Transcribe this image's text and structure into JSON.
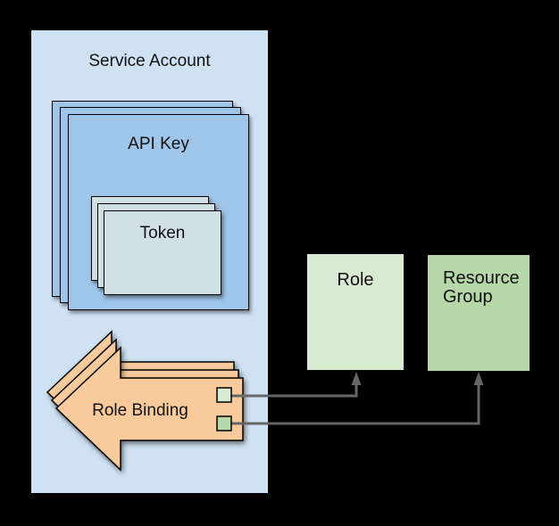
{
  "colors": {
    "canvas_bg": "#000000",
    "panel_fill": "#cfe2f3",
    "api_key_fill": "#9fc5e8",
    "token_fill": "#d0e0e3",
    "arrow_fill": "#f9cb9c",
    "light_green": "#d9ead3",
    "green": "#b6d7a8",
    "connector": "#666666",
    "stroke": "#000000",
    "text": "#111111"
  },
  "nodes": {
    "service_account": {
      "label": "Service Account",
      "fill": "#cfe2f3"
    },
    "api_key": {
      "label": "API Key",
      "fill": "#9fc5e8",
      "stack_count": 3
    },
    "token": {
      "label": "Token",
      "fill": "#d0e0e3",
      "stack_count": 3
    },
    "role_binding": {
      "label": "Role Binding",
      "fill": "#f9cb9c",
      "stack_count": 3
    },
    "role": {
      "label": "Role",
      "fill": "#d9ead3"
    },
    "resource_group": {
      "label": "Resource Group",
      "fill": "#b6d7a8"
    }
  },
  "connectors": [
    {
      "from": "role-binding-role-ref",
      "to": "role",
      "style": "elbow-arrow",
      "color": "#666666"
    },
    {
      "from": "role-binding-resource-group-ref",
      "to": "resource_group",
      "style": "elbow-arrow",
      "color": "#666666"
    }
  ]
}
